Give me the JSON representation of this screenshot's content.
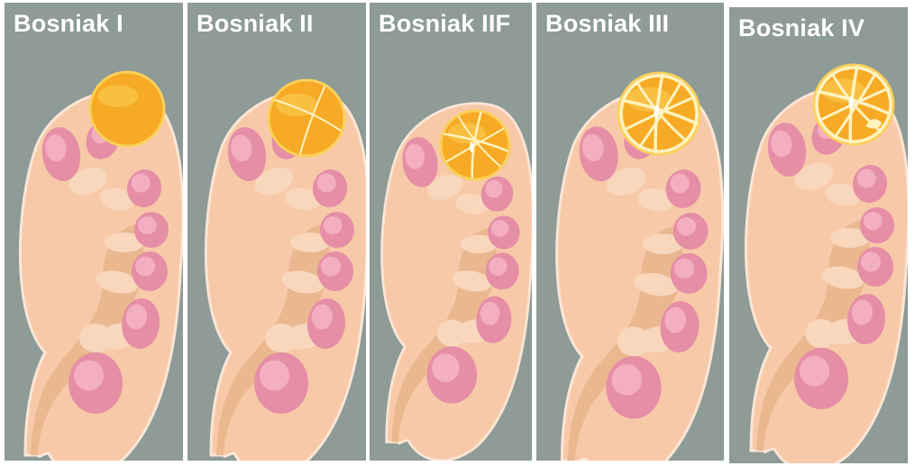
{
  "colors": {
    "background": "#8e9b96",
    "kidney": "#f7c9a8",
    "kidney_outline": "#fbe6d6",
    "sinus": "#eab78f",
    "papilla": "#f9d7bd",
    "calyx": "#e58ea6",
    "calyx_inner": "#f6b7c9",
    "cyst": "#f6aa25",
    "cyst_highlight": "#fbd05a",
    "septa": "#fff3c0",
    "title_text": "#ffffff"
  },
  "panels": [
    {
      "id": "bosniak-1",
      "title": "Bosniak I",
      "cyst": "simple"
    },
    {
      "id": "bosniak-2",
      "title": "Bosniak II",
      "cyst": "few-thin-septa"
    },
    {
      "id": "bosniak-2f",
      "title": "Bosniak IIF",
      "cyst": "multiple-septa"
    },
    {
      "id": "bosniak-3",
      "title": "Bosniak III",
      "cyst": "thick-septa"
    },
    {
      "id": "bosniak-4",
      "title": "Bosniak IV",
      "cyst": "thick-septa-solid"
    }
  ]
}
